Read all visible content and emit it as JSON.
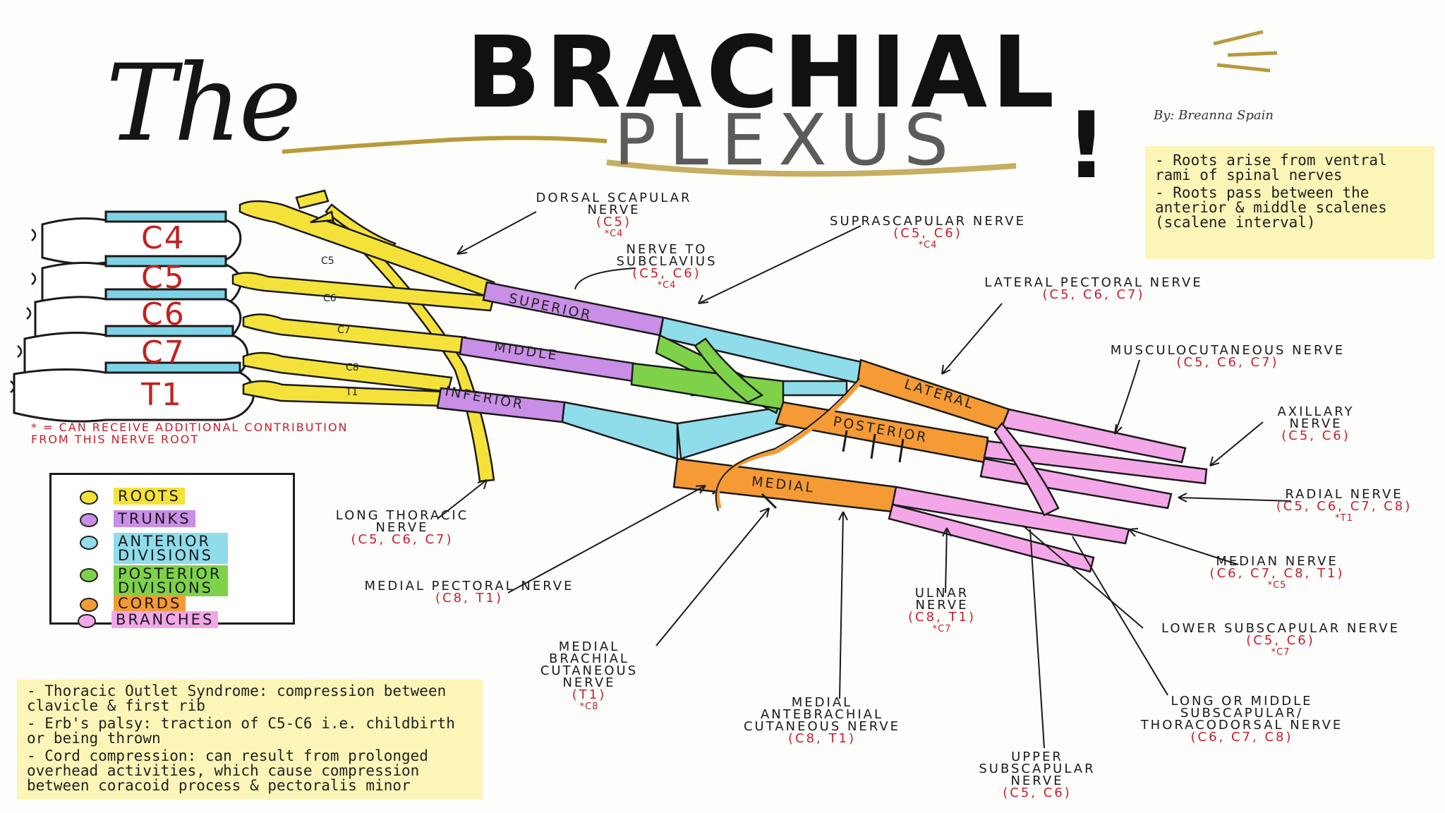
{
  "title": {
    "the": "The",
    "main": "BRACHIAL",
    "sub": "PLEXUS",
    "exclaim": "!",
    "byline": "By: Breanna Spain"
  },
  "notes": {
    "top_right": [
      "- Roots arise from ventral rami of spinal nerves",
      "- Roots pass between the anterior & middle scalenes (scalene interval)"
    ],
    "bottom_left": [
      "- Thoracic Outlet Syndrome: compression between clavicle & first rib",
      "- Erb's palsy: traction of C5-C6 i.e. childbirth or being thrown",
      "- Cord compression: can result from prolonged overhead activities, which cause compression between coracoid process & pectoralis minor"
    ]
  },
  "vertebrae": [
    "C4",
    "C5",
    "C6",
    "C7",
    "T1"
  ],
  "roots": [
    "C5",
    "C6",
    "C7",
    "C8",
    "T1"
  ],
  "segments": {
    "superior": "SUPERIOR",
    "middle": "MIDDLE",
    "inferior": "INFERIOR",
    "lateral": "LATERAL",
    "posterior": "POSTERIOR",
    "medial": "MEDIAL"
  },
  "asterisk_note": "* = CAN RECEIVE ADDITIONAL CONTRIBUTION FROM THIS NERVE ROOT",
  "legend": [
    {
      "label": "ROOTS",
      "color": "#f4e23a"
    },
    {
      "label": "TRUNKS",
      "color": "#c98ee6"
    },
    {
      "label": "ANTERIOR DIVISIONS",
      "color": "#8fdcea"
    },
    {
      "label": "POSTERIOR DIVISIONS",
      "color": "#7ed24a"
    },
    {
      "label": "CORDS",
      "color": "#f59a35"
    },
    {
      "label": "BRANCHES",
      "color": "#f3a6e8"
    }
  ],
  "nerves": {
    "dorsal_scapular": {
      "name": "DORSAL SCAPULAR NERVE",
      "roots": "(C5)",
      "extra": "*C4"
    },
    "subclavius": {
      "name": "NERVE TO SUBCLAVIUS",
      "roots": "(C5, C6)",
      "extra": "*C4"
    },
    "suprascapular": {
      "name": "SUPRASCAPULAR NERVE",
      "roots": "(C5, C6)",
      "extra": "*C4"
    },
    "lateral_pectoral": {
      "name": "LATERAL PECTORAL NERVE",
      "roots": "(C5, C6, C7)"
    },
    "musculocutaneous": {
      "name": "MUSCULOCUTANEOUS NERVE",
      "roots": "(C5, C6, C7)"
    },
    "axillary": {
      "name": "AXILLARY NERVE",
      "roots": "(C5, C6)"
    },
    "radial": {
      "name": "RADIAL NERVE",
      "roots": "(C5, C6, C7, C8)",
      "extra": "*T1"
    },
    "median": {
      "name": "MEDIAN NERVE",
      "roots": "(C6, C7, C8, T1)",
      "extra": "*C5"
    },
    "lower_subscapular": {
      "name": "LOWER SUBSCAPULAR NERVE",
      "roots": "(C5, C6)",
      "extra": "*C7"
    },
    "thoracodorsal": {
      "name": "LONG OR MIDDLE SUBSCAPULAR/ THORACODORSAL NERVE",
      "roots": "(C6, C7, C8)"
    },
    "upper_subscapular": {
      "name": "UPPER SUBSCAPULAR NERVE",
      "roots": "(C5, C6)"
    },
    "medial_antebrachial": {
      "name": "MEDIAL ANTEBRACHIAL CUTANEOUS NERVE",
      "roots": "(C8, T1)"
    },
    "ulnar": {
      "name": "ULNAR NERVE",
      "roots": "(C8, T1)",
      "extra": "*C7"
    },
    "medial_brachial": {
      "name": "MEDIAL BRACHIAL CUTANEOUS NERVE",
      "roots": "(T1)",
      "extra": "*C8"
    },
    "medial_pectoral": {
      "name": "MEDIAL PECTORAL NERVE",
      "roots": "(C8, T1)"
    },
    "long_thoracic": {
      "name": "LONG THORACIC NERVE",
      "roots": "(C5, C6, C7)"
    }
  }
}
